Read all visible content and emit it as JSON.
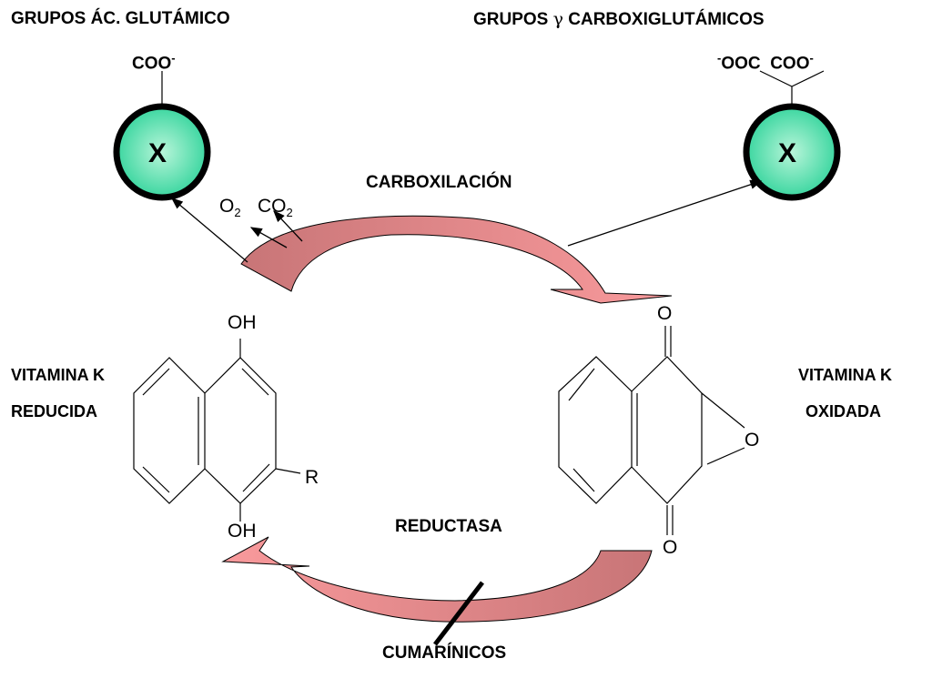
{
  "titles": {
    "left": "GRUPOS  ÁC. GLUTÁMICO",
    "right_prefix": "GRUPOS ",
    "gamma": "γ",
    "right_suffix": " CARBOXIGLUTÁMICOS"
  },
  "left_group": {
    "coo": "COO",
    "charge": "-",
    "x_label": "X"
  },
  "right_group": {
    "charge1": "-",
    "ooc": "OOC",
    "coo": "COO",
    "charge2": "-",
    "x_label": "X"
  },
  "carboxylation": {
    "label": "CARBOXILACIÓN",
    "o2": "O",
    "o2_sub": "2",
    "co2": "CO",
    "co2_sub": "2"
  },
  "reduced": {
    "line1": "VITAMINA K",
    "line2": "REDUCIDA",
    "oh_top": "OH",
    "oh_bottom": "OH",
    "r": "R"
  },
  "oxidized": {
    "line1": "VITAMINA K",
    "line2": "OXIDADA",
    "o_top": "O",
    "o_epoxide": "O",
    "o_bottom": "O"
  },
  "reductase": {
    "label": "REDUCTASA",
    "inhibitor": "CUMARÍNICOS"
  },
  "colors": {
    "arrow_dark": "#c87577",
    "arrow_light": "#f59a9c",
    "sphere": "#2ed39a"
  }
}
